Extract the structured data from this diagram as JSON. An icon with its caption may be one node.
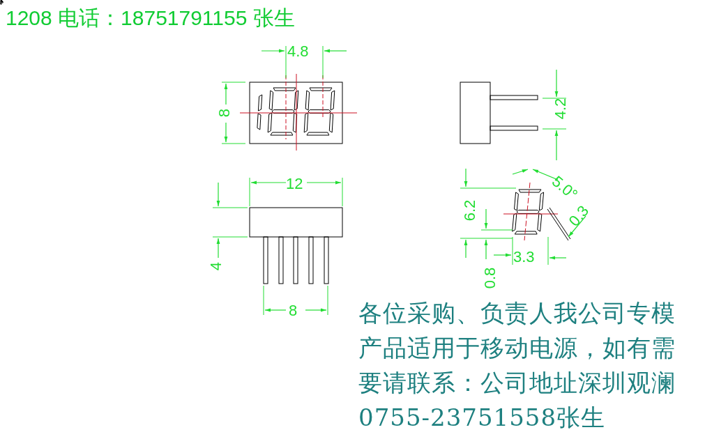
{
  "diagram": {
    "title": "1208 电话：18751791155 张生",
    "labels": [
      "4.8",
      "8",
      "4.2",
      "12",
      "5.0°",
      "6.2",
      "0.3",
      "4",
      "3.3",
      "0.8",
      "8",
      "各位采购、负责人我公司专模产品适用于移动电源，如有需要请联系：公司地址深圳观澜0755-23751558张生"
    ]
  }
}
